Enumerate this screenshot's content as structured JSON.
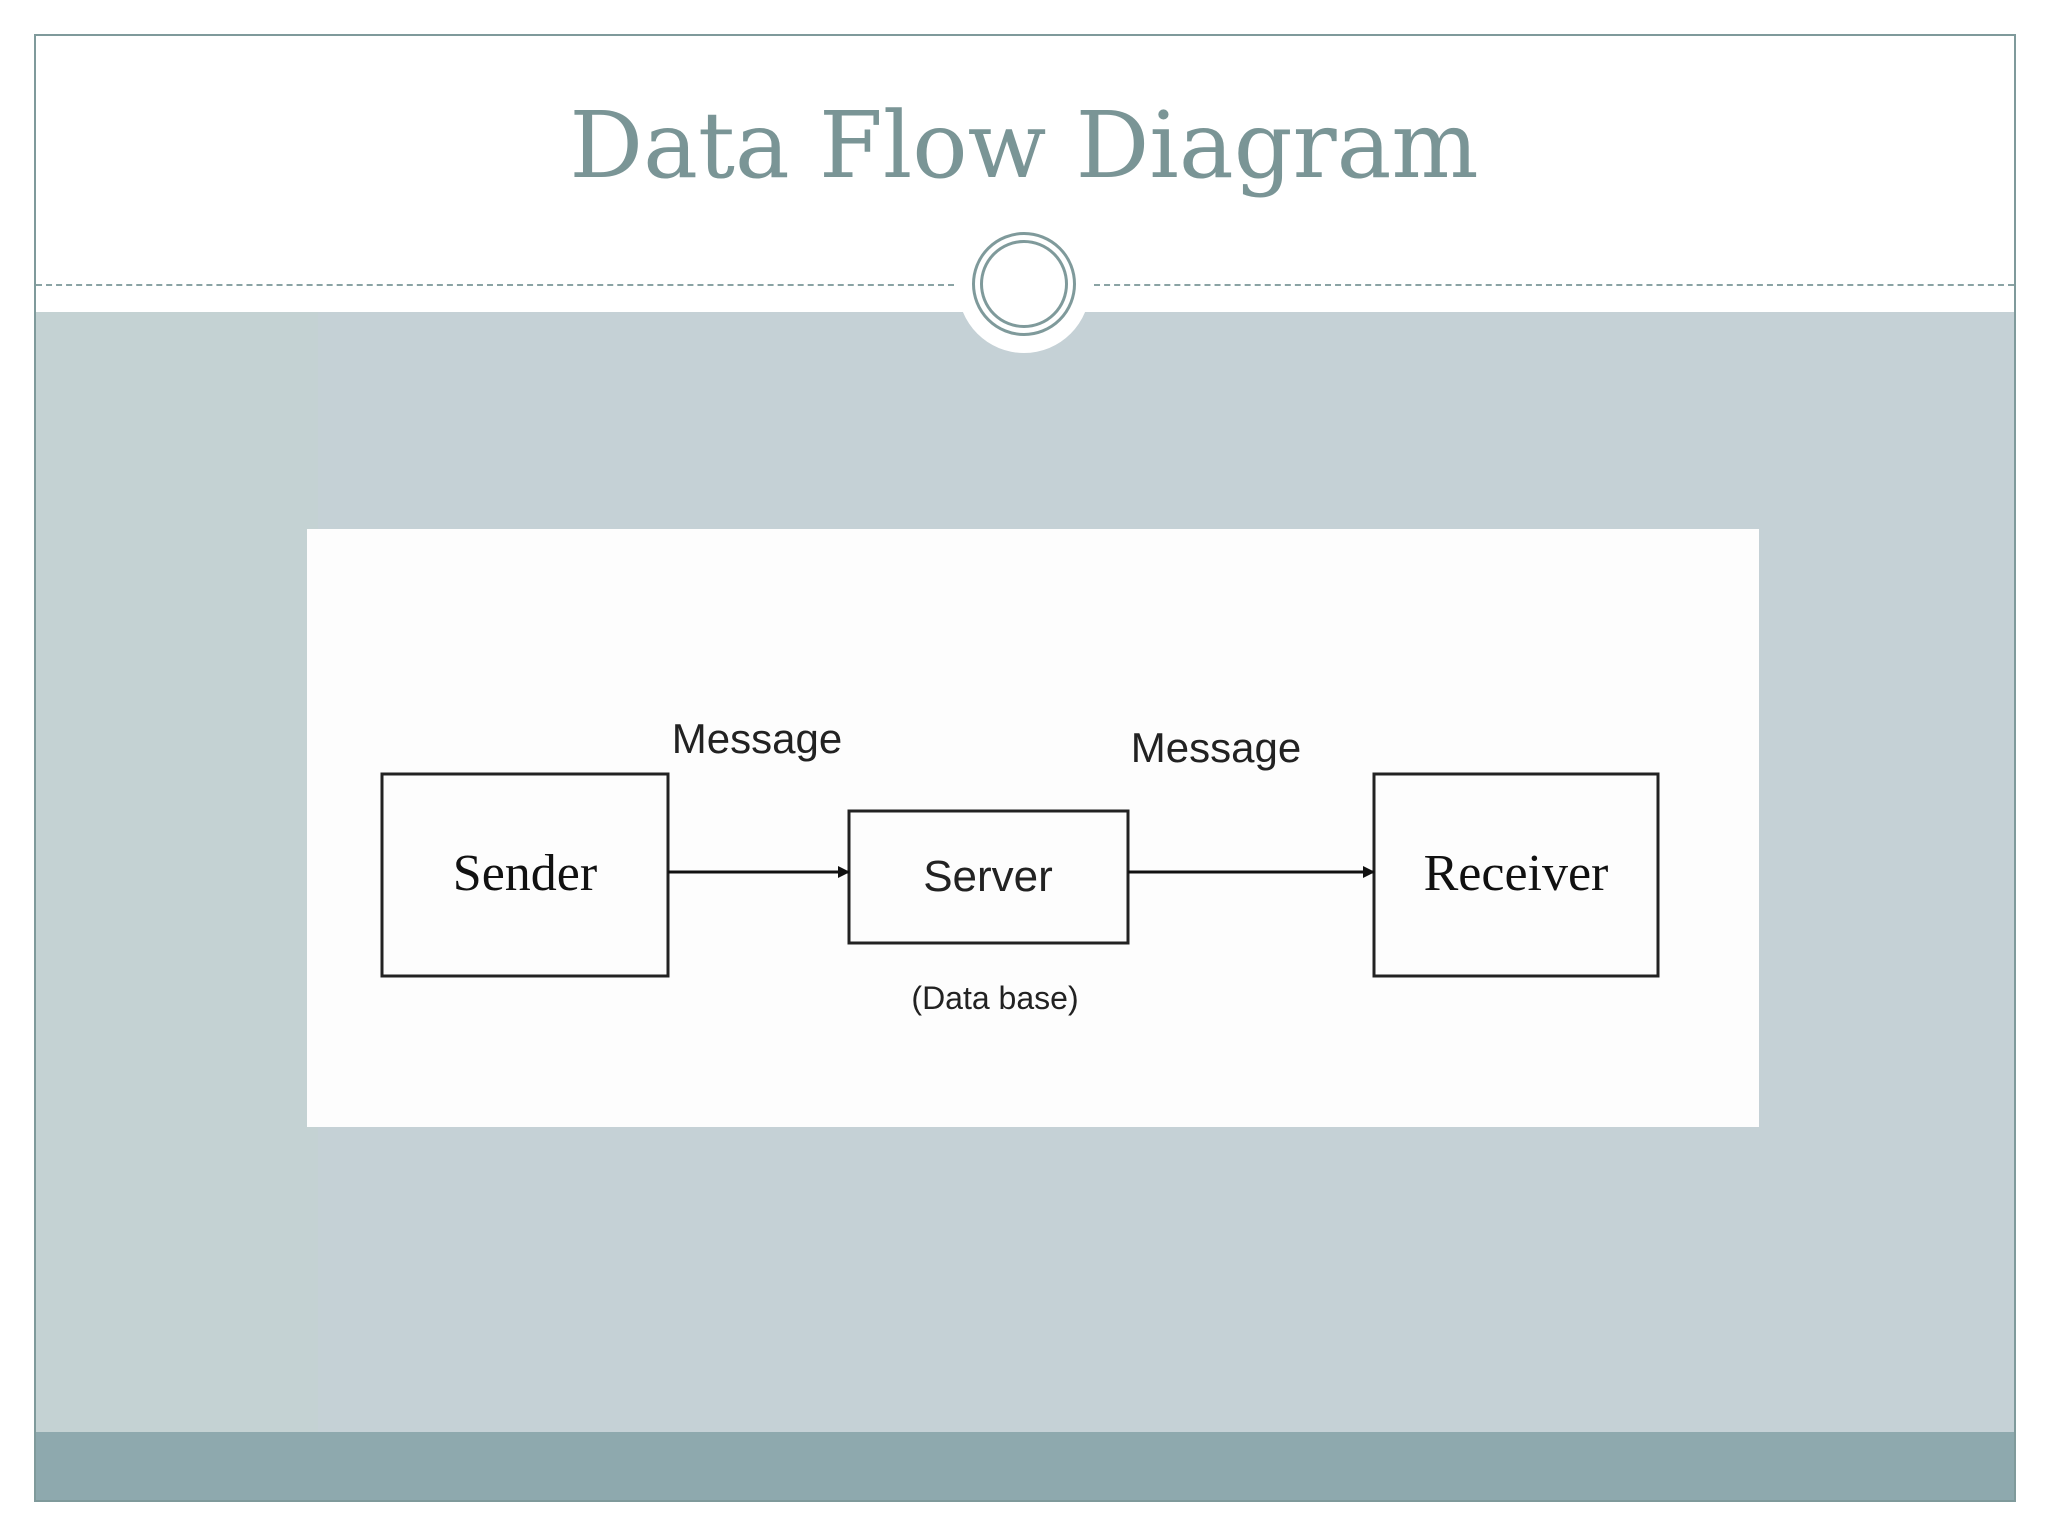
{
  "slide": {
    "title": "Data Flow Diagram"
  },
  "diagram": {
    "nodes": {
      "sender": "Sender",
      "server": "Server",
      "server_note": "(Data base)",
      "receiver": "Receiver"
    },
    "edges": [
      {
        "from": "Sender",
        "to": "Server",
        "label": "Message"
      },
      {
        "from": "Server",
        "to": "Receiver",
        "label": "Message"
      }
    ]
  },
  "colors": {
    "title": "#7a9596",
    "content_band": "#c5d1d6",
    "footer_band": "#8ea9ae",
    "frame_border": "#7f9a9b"
  }
}
